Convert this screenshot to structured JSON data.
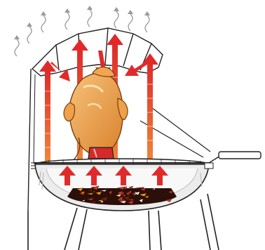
{
  "diagram": {
    "subject": "kettle-grill-beer-can-chicken-heat-flow",
    "colors": {
      "heat_red": "#e02a2a",
      "heat_orange": "#f08a3a",
      "ember_red": "#c0392b",
      "ember_orange": "#f39c12",
      "chicken_body": "#e59a3a",
      "chicken_highlight": "#f7c27a",
      "can_red": "#d42a2a",
      "bowl_shade": "#e8e8e8",
      "outline": "#222222",
      "smoke": "#9a9a9a"
    },
    "components": [
      {
        "id": "lid",
        "icon": "grill-lid-icon"
      },
      {
        "id": "chicken",
        "icon": "roast-chicken-icon"
      },
      {
        "id": "beer-can",
        "icon": "can-icon"
      },
      {
        "id": "cooking-grate",
        "icon": "grate-icon"
      },
      {
        "id": "charcoal",
        "icon": "charcoal-embers-icon"
      },
      {
        "id": "grill-bowl",
        "icon": "kettle-bowl-icon"
      },
      {
        "id": "handle",
        "icon": "handle-icon"
      },
      {
        "id": "legs",
        "icon": "grill-legs-icon"
      }
    ],
    "heat_arrows": {
      "rising_columns": 4,
      "lid_deflection_arrows": 3,
      "coal_upward_arrows": 4,
      "smoke_wisps": 8
    }
  }
}
